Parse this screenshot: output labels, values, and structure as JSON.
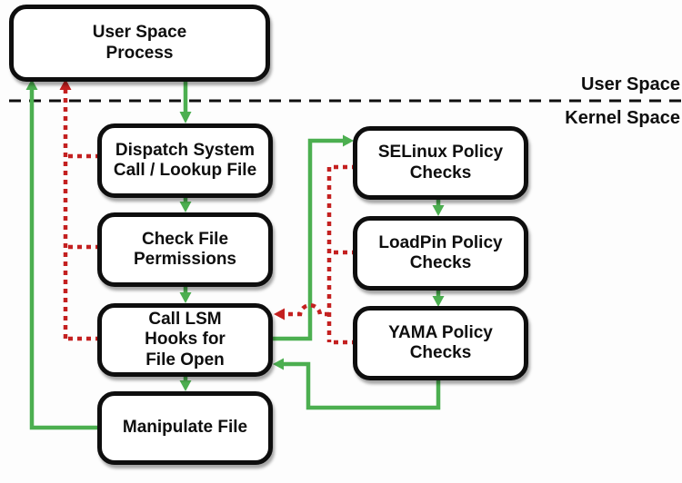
{
  "colors": {
    "allow_green": "#4caf50",
    "deny_red": "#c42020",
    "ink": "#0e0e0e",
    "box_fill": "#ffffff",
    "bg": "#fdfdfd"
  },
  "zones": {
    "user_space": "User Space",
    "kernel_space": "Kernel Space"
  },
  "boxes": {
    "user_space_process": "User Space\nProcess",
    "dispatch_syscall": "Dispatch System\nCall / Lookup File",
    "check_file_permissions": "Check File\nPermissions",
    "call_lsm_hooks": "Call LSM\nHooks for\nFile Open",
    "manipulate_file": "Manipulate File",
    "selinux_policy": "SELinux Policy\nChecks",
    "loadpin_policy": "LoadPin Policy\nChecks",
    "yama_policy": "YAMA Policy\nChecks"
  }
}
